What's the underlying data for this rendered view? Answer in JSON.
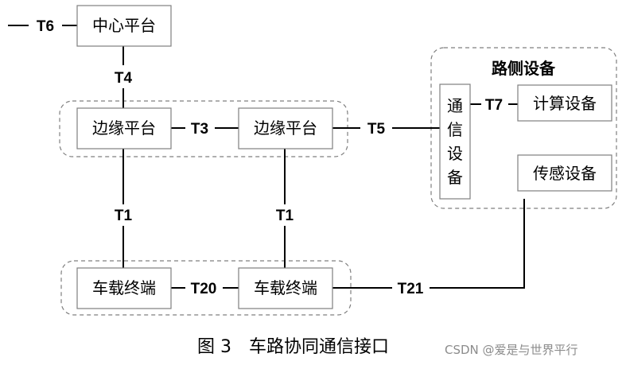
{
  "nodes": {
    "center_platform": "中心平台",
    "edge_platform_left": "边缘平台",
    "edge_platform_right": "边缘平台",
    "vehicle_terminal_left": "车载终端",
    "vehicle_terminal_right": "车载终端",
    "comm_device": [
      "通",
      "信",
      "设",
      "备"
    ],
    "compute_device": "计算设备",
    "sensor_device": "传感设备"
  },
  "roadside_title": "路侧设备",
  "links": {
    "t6": "T6",
    "t4": "T4",
    "t3": "T3",
    "t5": "T5",
    "t7": "T7",
    "t1_left": "T1",
    "t1_right": "T1",
    "t20": "T20",
    "t21": "T21"
  },
  "caption": "图 3　车路协同通信接口",
  "watermark": "CSDN @爱是与世界平行"
}
